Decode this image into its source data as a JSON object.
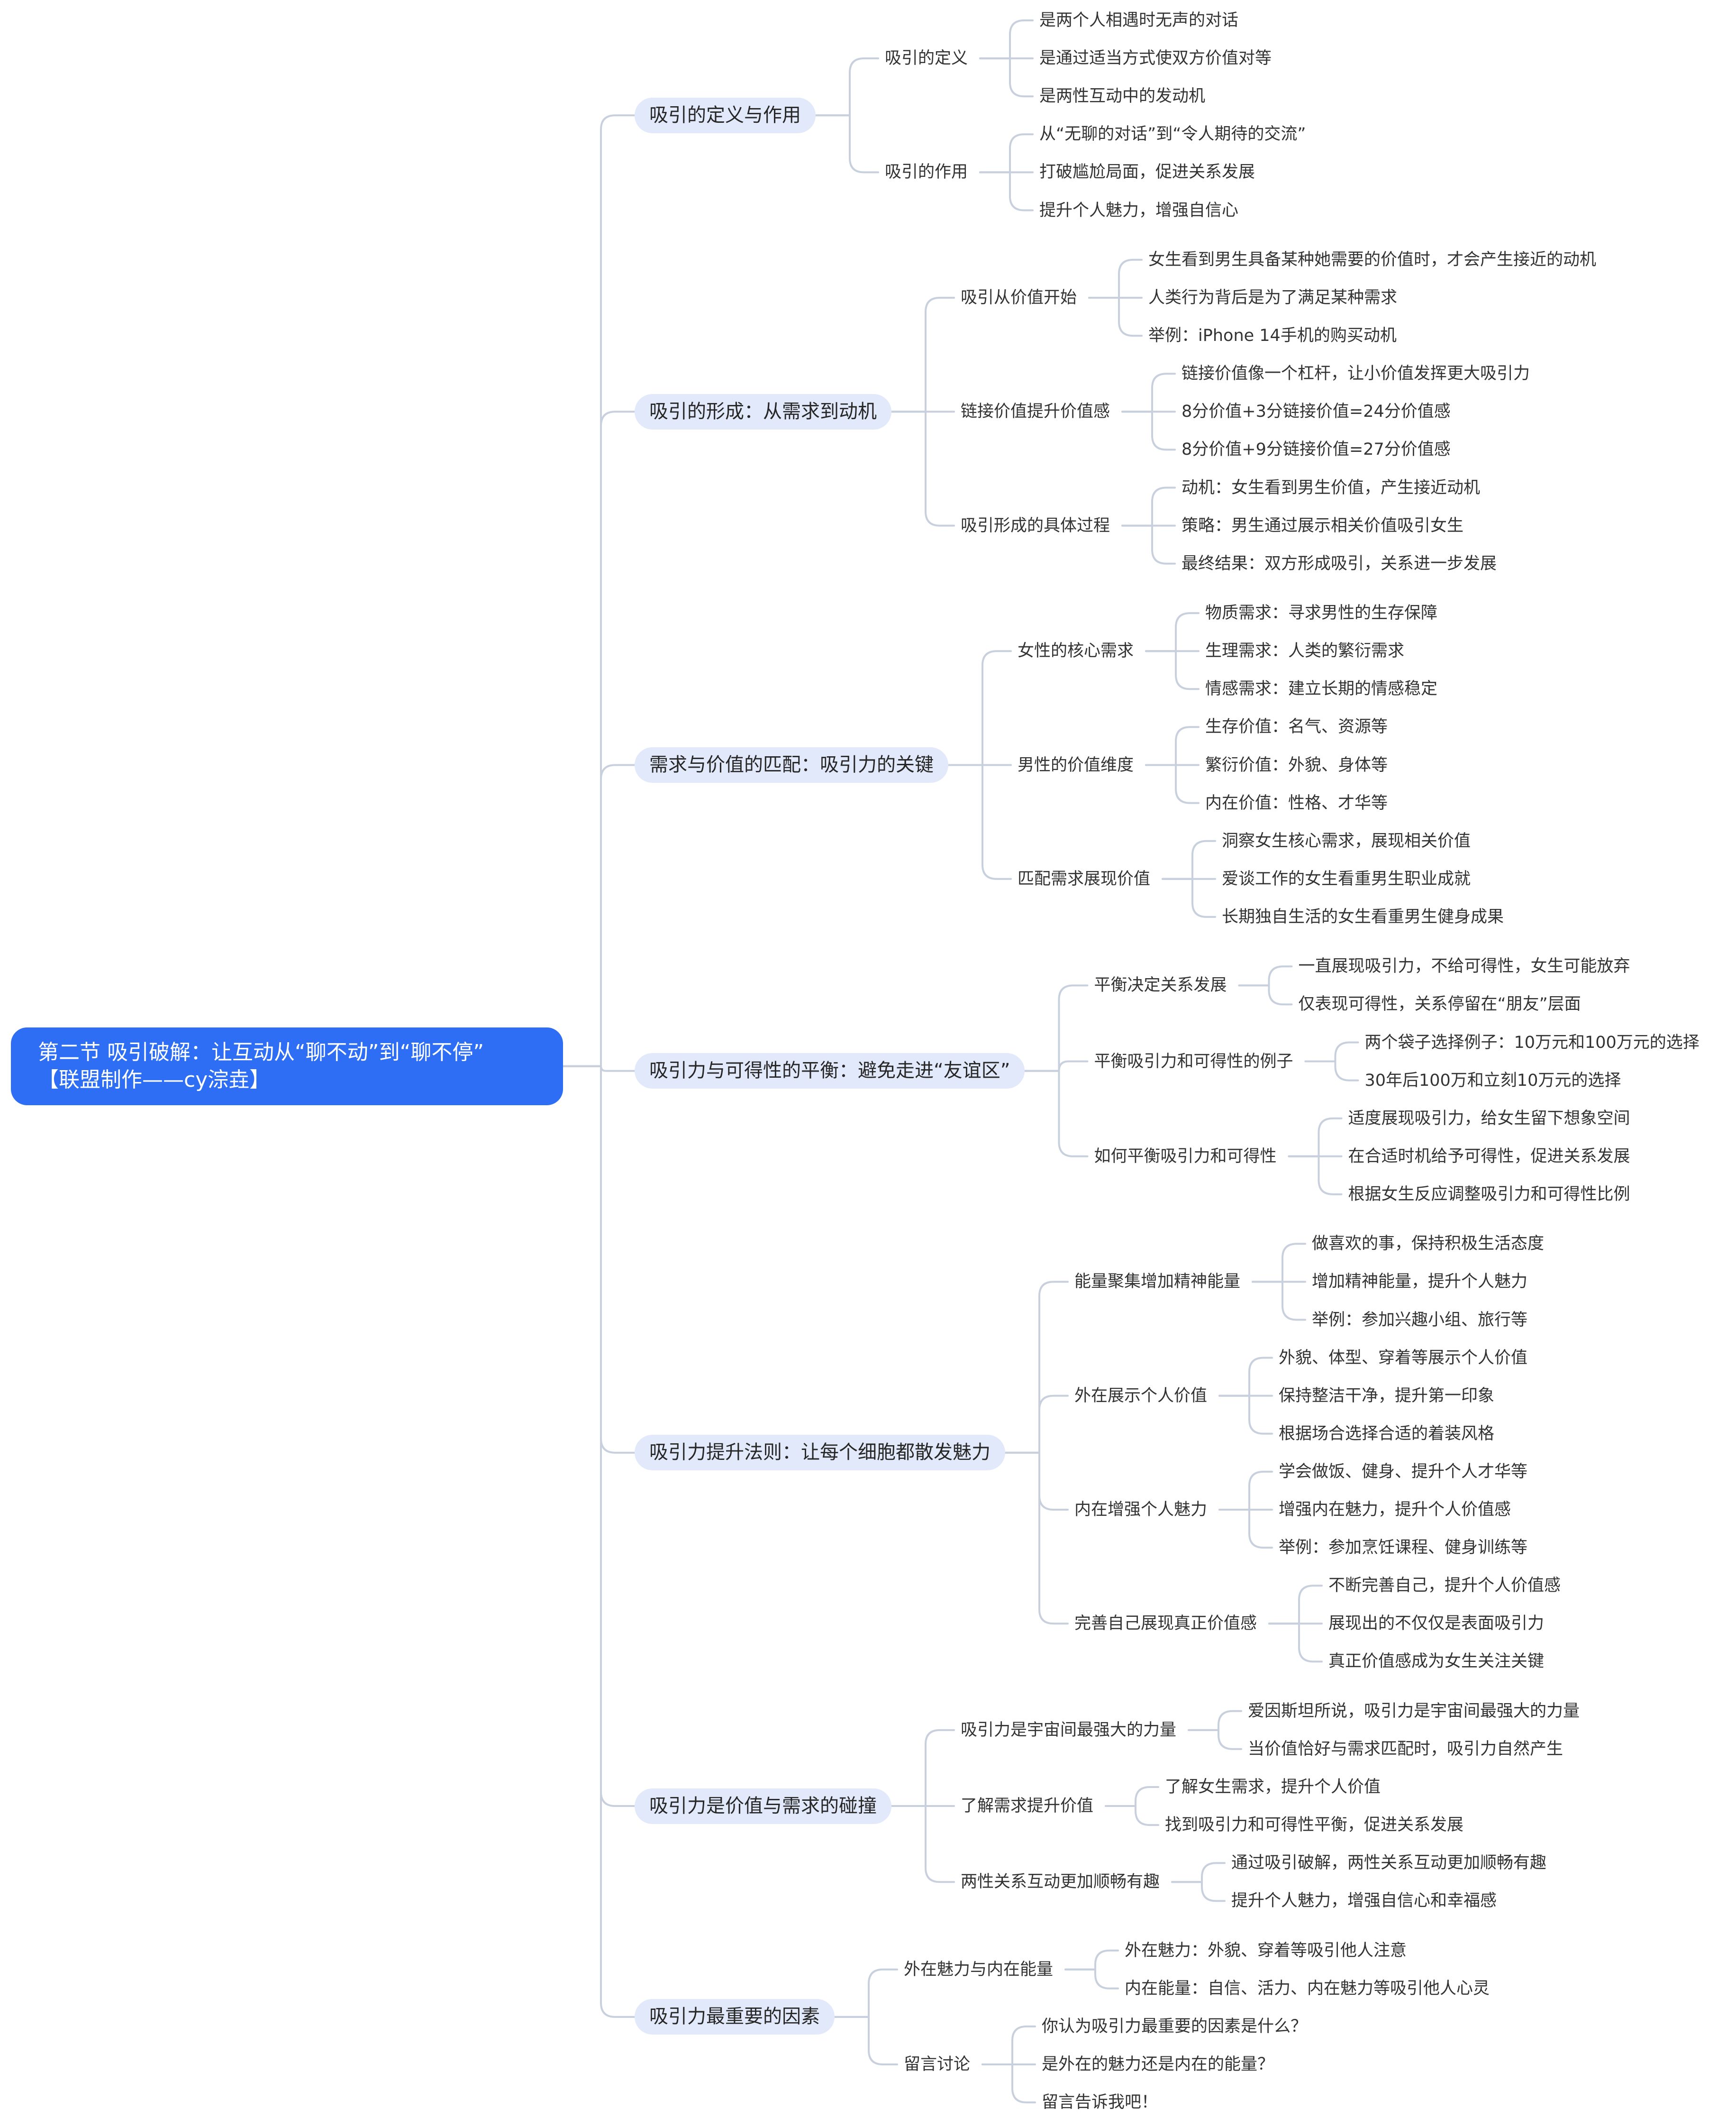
{
  "colors": {
    "central_topic_fill": "#2e6ef5",
    "central_topic_text": "#ffffff",
    "main_topic_fill": "#e2e9fa",
    "topic_text": "#333333",
    "connector": "#c8cfdd"
  },
  "mindmap": {
    "root": {
      "title": "第二节 吸引破解：让互动从“聊不动”到“聊不停”",
      "credit": "【联盟制作——cy淙垚】"
    },
    "branches": [
      {
        "label": "吸引的定义与作用",
        "children": [
          {
            "label": "吸引的定义",
            "children": [
              "是两个人相遇时无声的对话",
              "是通过适当方式使双方价值对等",
              "是两性互动中的发动机"
            ]
          },
          {
            "label": "吸引的作用",
            "children": [
              "从“无聊的对话”到“令人期待的交流”",
              "打破尴尬局面，促进关系发展",
              "提升个人魅力，增强自信心"
            ]
          }
        ]
      },
      {
        "label": "吸引的形成：从需求到动机",
        "children": [
          {
            "label": "吸引从价值开始",
            "children": [
              "女生看到男生具备某种她需要的价值时，才会产生接近的动机",
              "人类行为背后是为了满足某种需求",
              "举例：iPhone 14手机的购买动机"
            ]
          },
          {
            "label": "链接价值提升价值感",
            "children": [
              "链接价值像一个杠杆，让小价值发挥更大吸引力",
              "8分价值+3分链接价值=24分价值感",
              "8分价值+9分链接价值=27分价值感"
            ]
          },
          {
            "label": "吸引形成的具体过程",
            "children": [
              "动机：女生看到男生价值，产生接近动机",
              "策略：男生通过展示相关价值吸引女生",
              "最终结果：双方形成吸引，关系进一步发展"
            ]
          }
        ]
      },
      {
        "label": "需求与价值的匹配：吸引力的关键",
        "children": [
          {
            "label": "女性的核心需求",
            "children": [
              "物质需求：寻求男性的生存保障",
              "生理需求：人类的繁衍需求",
              "情感需求：建立长期的情感稳定"
            ]
          },
          {
            "label": "男性的价值维度",
            "children": [
              "生存价值：名气、资源等",
              "繁衍价值：外貌、身体等",
              "内在价值：性格、才华等"
            ]
          },
          {
            "label": "匹配需求展现价值",
            "children": [
              "洞察女生核心需求，展现相关价值",
              "爱谈工作的女生看重男生职业成就",
              "长期独自生活的女生看重男生健身成果"
            ]
          }
        ]
      },
      {
        "label": "吸引力与可得性的平衡：避免走进“友谊区”",
        "children": [
          {
            "label": "平衡决定关系发展",
            "children": [
              "一直展现吸引力，不给可得性，女生可能放弃",
              "仅表现可得性，关系停留在“朋友”层面"
            ]
          },
          {
            "label": "平衡吸引力和可得性的例子",
            "children": [
              "两个袋子选择例子：10万元和100万元的选择",
              "30年后100万和立刻10万元的选择"
            ]
          },
          {
            "label": "如何平衡吸引力和可得性",
            "children": [
              "适度展现吸引力，给女生留下想象空间",
              "在合适时机给予可得性，促进关系发展",
              "根据女生反应调整吸引力和可得性比例"
            ]
          }
        ]
      },
      {
        "label": "吸引力提升法则：让每个细胞都散发魅力",
        "children": [
          {
            "label": "能量聚集增加精神能量",
            "children": [
              "做喜欢的事，保持积极生活态度",
              "增加精神能量，提升个人魅力",
              "举例：参加兴趣小组、旅行等"
            ]
          },
          {
            "label": "外在展示个人价值",
            "children": [
              "外貌、体型、穿着等展示个人价值",
              "保持整洁干净，提升第一印象",
              "根据场合选择合适的着装风格"
            ]
          },
          {
            "label": "内在增强个人魅力",
            "children": [
              "学会做饭、健身、提升个人才华等",
              "增强内在魅力，提升个人价值感",
              "举例：参加烹饪课程、健身训练等"
            ]
          },
          {
            "label": "完善自己展现真正价值感",
            "children": [
              "不断完善自己，提升个人价值感",
              "展现出的不仅仅是表面吸引力",
              "真正价值感成为女生关注关键"
            ]
          }
        ]
      },
      {
        "label": "吸引力是价值与需求的碰撞",
        "children": [
          {
            "label": "吸引力是宇宙间最强大的力量",
            "children": [
              "爱因斯坦所说，吸引力是宇宙间最强大的力量",
              "当价值恰好与需求匹配时，吸引力自然产生"
            ]
          },
          {
            "label": "了解需求提升价值",
            "children": [
              "了解女生需求，提升个人价值",
              "找到吸引力和可得性平衡，促进关系发展"
            ]
          },
          {
            "label": "两性关系互动更加顺畅有趣",
            "children": [
              "通过吸引破解，两性关系互动更加顺畅有趣",
              "提升个人魅力，增强自信心和幸福感"
            ]
          }
        ]
      },
      {
        "label": "吸引力最重要的因素",
        "children": [
          {
            "label": "外在魅力与内在能量",
            "children": [
              "外在魅力：外貌、穿着等吸引他人注意",
              "内在能量：自信、活力、内在魅力等吸引他人心灵"
            ]
          },
          {
            "label": "留言讨论",
            "children": [
              "你认为吸引力最重要的因素是什么？",
              "是外在的魅力还是内在的能量？",
              "留言告诉我吧！"
            ]
          }
        ]
      }
    ]
  }
}
